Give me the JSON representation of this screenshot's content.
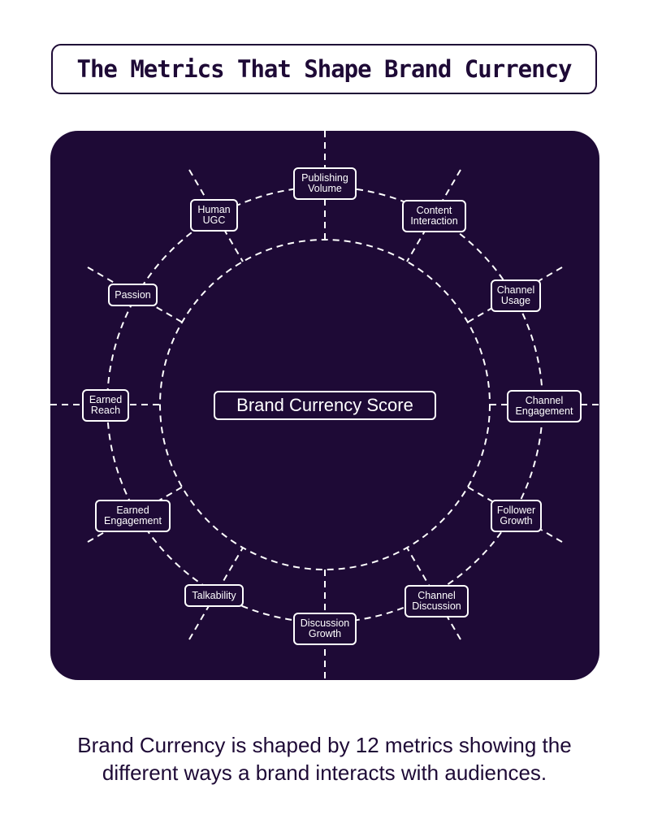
{
  "title": "The Metrics That Shape Brand Currency",
  "center_label": "Brand Currency Score",
  "metrics": [
    {
      "line1": "Publishing",
      "line2": "Volume"
    },
    {
      "line1": "Content",
      "line2": "Interaction"
    },
    {
      "line1": "Channel",
      "line2": "Usage"
    },
    {
      "line1": "Channel",
      "line2": "Engagement"
    },
    {
      "line1": "Follower",
      "line2": "Growth"
    },
    {
      "line1": "Channel",
      "line2": "Discussion"
    },
    {
      "line1": "Discussion",
      "line2": "Growth"
    },
    {
      "line1": "Talkability",
      "line2": ""
    },
    {
      "line1": "Earned",
      "line2": "Engagement"
    },
    {
      "line1": "Earned",
      "line2": "Reach"
    },
    {
      "line1": "Passion",
      "line2": ""
    },
    {
      "line1": "Human",
      "line2": "UGC"
    }
  ],
  "caption": {
    "line1": "Brand Currency is shaped by 12 metrics showing  the",
    "line2": "different ways a brand interacts with audiences."
  },
  "colors": {
    "background": "#ffffff",
    "panel": "#1e0a36",
    "ink": "#1e0a36",
    "lines": "#ffffff"
  }
}
